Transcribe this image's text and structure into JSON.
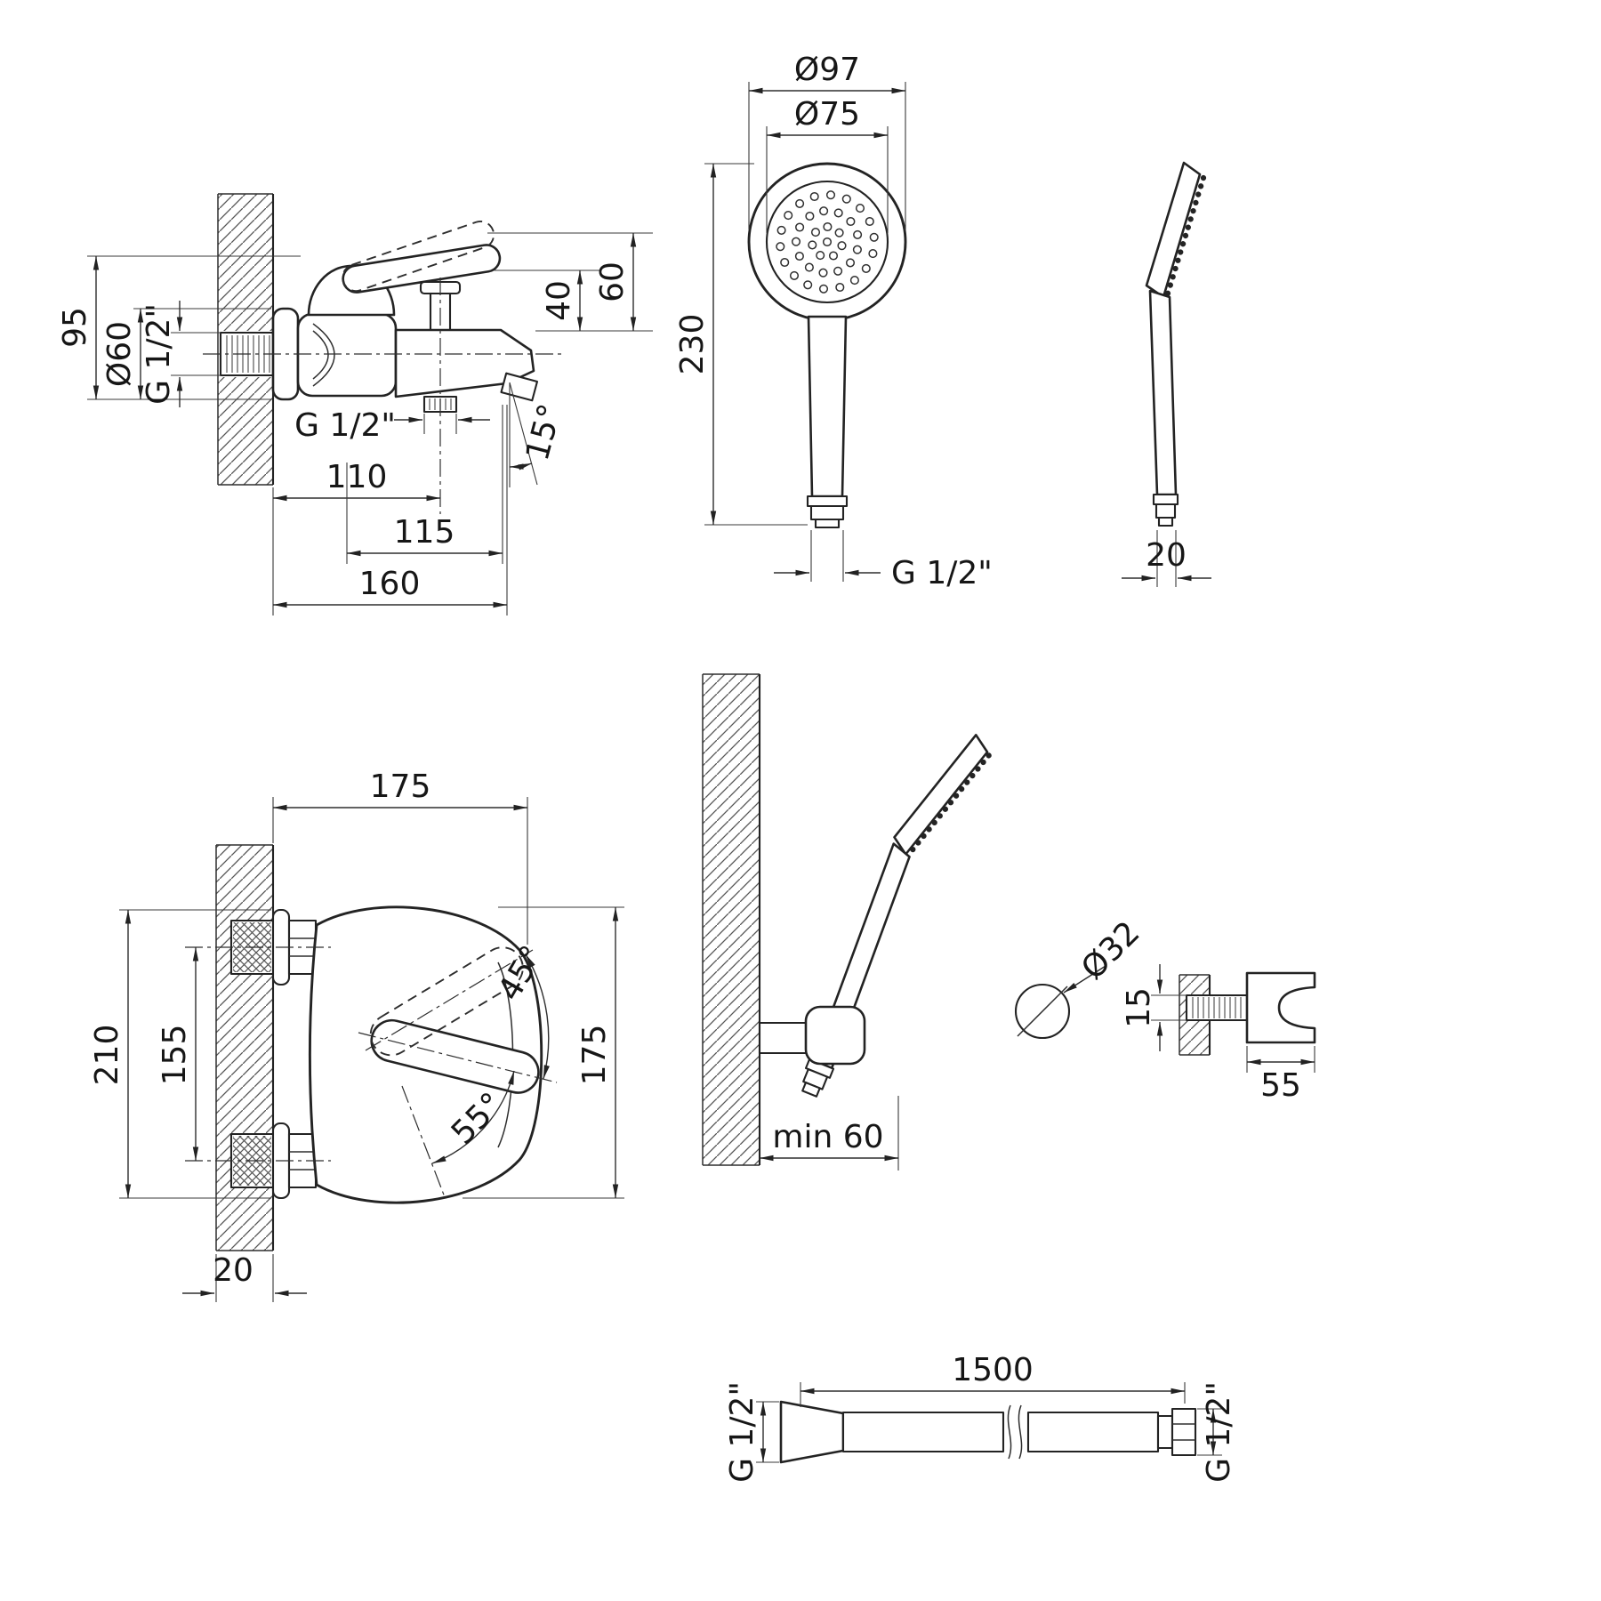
{
  "views": {
    "bath_mixer_side": {
      "dims": {
        "height_95": "95",
        "flange_diameter": "Ø60",
        "wall_thread": "G 1/2\"",
        "outlet_thread": "G 1/2\"",
        "wall_to_outlet_110": "110",
        "wall_to_spout_115": "115",
        "total_reach_160": "160",
        "spout_height_40": "40",
        "handle_height_60": "60",
        "spout_angle_15": "15°"
      }
    },
    "hand_shower_front": {
      "dims": {
        "outer_diameter": "Ø97",
        "face_diameter": "Ø75",
        "length_230": "230",
        "thread": "G 1/2\""
      }
    },
    "hand_shower_side": {
      "dims": {
        "thickness_20": "20"
      }
    },
    "shower_mixer_front": {
      "dims": {
        "width_175": "175",
        "height_210": "210",
        "centers_155": "155",
        "angle_up_45": "45°",
        "angle_down_55": "55°",
        "height_right_175": "175",
        "wall_gap_20": "20"
      }
    },
    "shower_holder_wall": {
      "dims": {
        "min_clearance": "min 60"
      }
    },
    "holder_detail": {
      "dims": {
        "diameter_32": "Ø32",
        "offset_15": "15",
        "depth_55": "55"
      }
    },
    "hose": {
      "dims": {
        "length_1500": "1500",
        "thread_left": "G 1/2\"",
        "thread_right": "G 1/2\""
      }
    }
  }
}
